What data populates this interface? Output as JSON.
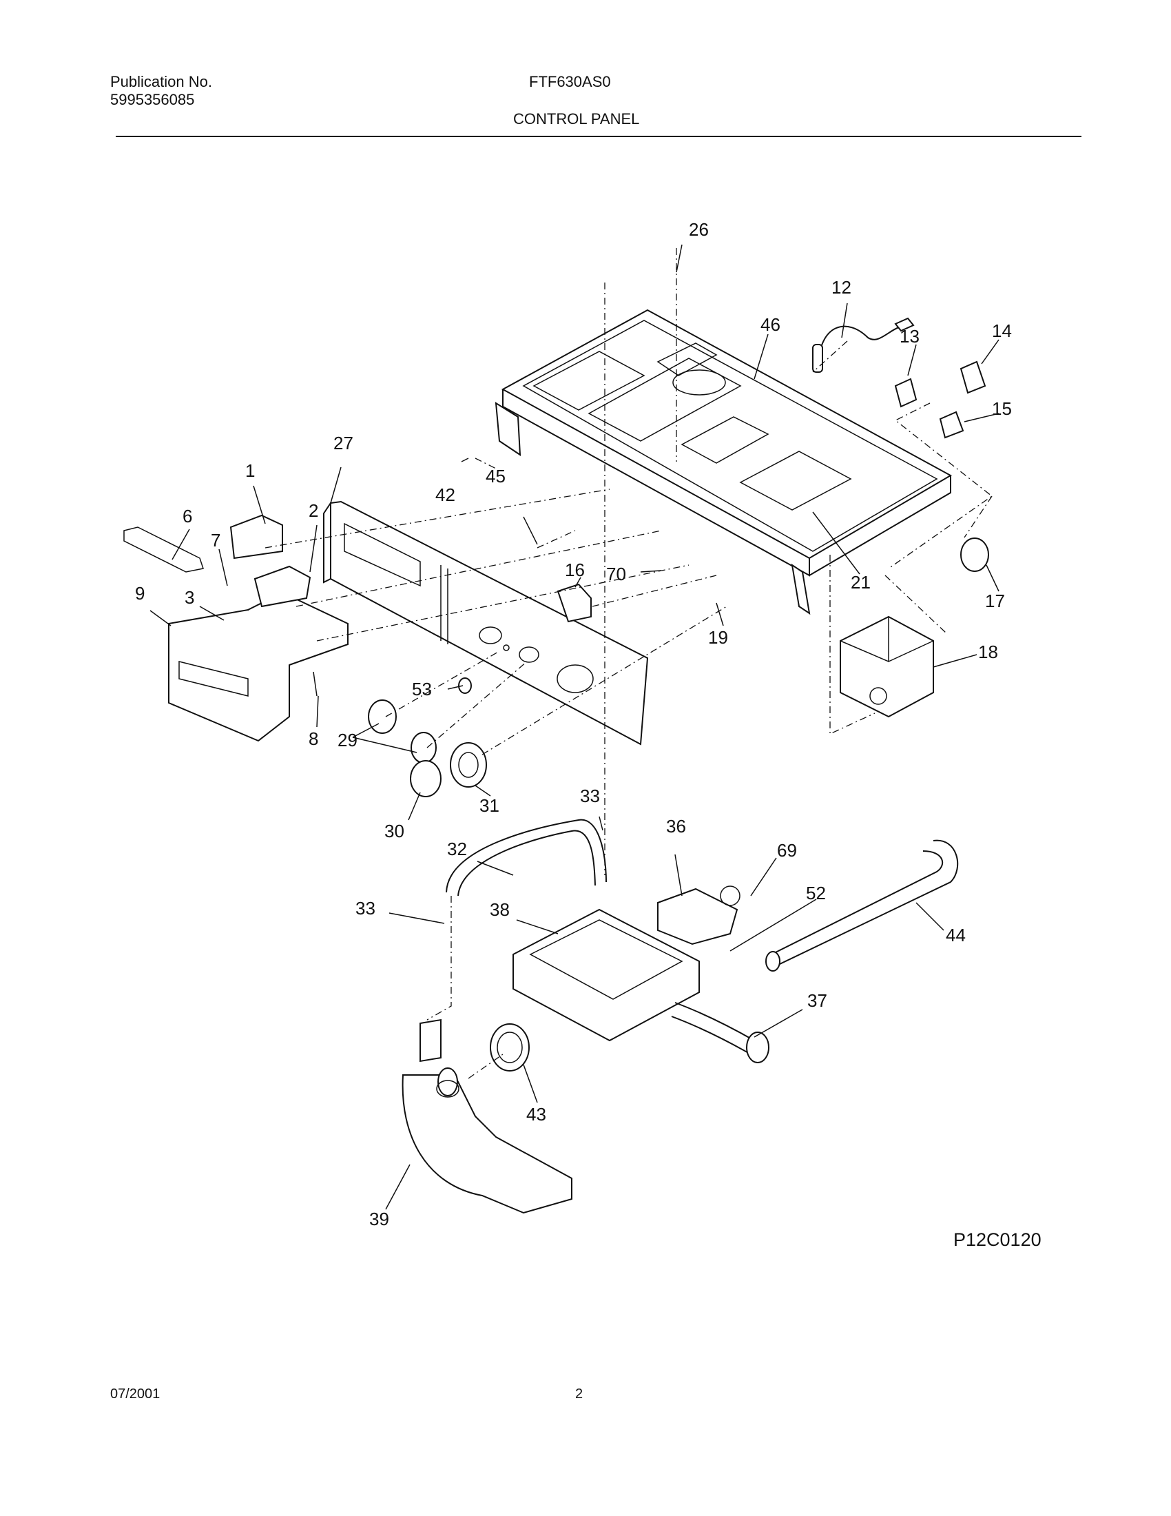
{
  "header": {
    "publication_label": "Publication No.",
    "publication_number": "5995356085",
    "model": "FTF630AS0",
    "section_title": "CONTROL PANEL"
  },
  "diagram": {
    "part_labels": [
      "1",
      "2",
      "3",
      "6",
      "7",
      "8",
      "9",
      "12",
      "13",
      "14",
      "15",
      "16",
      "17",
      "18",
      "19",
      "21",
      "26",
      "27",
      "29",
      "30",
      "31",
      "32",
      "33",
      "33",
      "36",
      "37",
      "38",
      "39",
      "42",
      "43",
      "44",
      "45",
      "46",
      "52",
      "53",
      "69",
      "70"
    ]
  },
  "figure_code": "P12C0120",
  "footer": {
    "date": "07/2001",
    "page_number": "2"
  }
}
